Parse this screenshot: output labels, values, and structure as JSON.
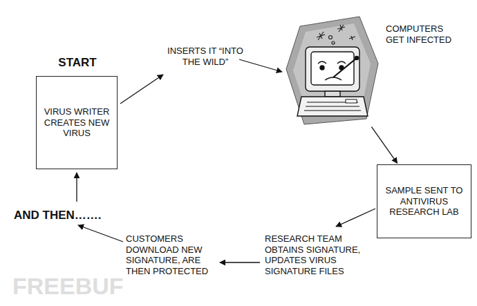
{
  "diagram": {
    "nodes": [
      {
        "text": [
          "START",
          "VIRUS WRITER CREATES NEW VIRUS"
        ]
      },
      {
        "text": [
          "COMPUTERS GET INFECTED"
        ]
      },
      {
        "text": [
          "SAMPLE SENT TO ANTIVIRUS RESEARCH LAB"
        ]
      }
    ],
    "edges": [
      {
        "from": 1,
        "to": 2,
        "arrow": "to"
      }
    ],
    "labels": [
      "INSERTS IT “INTO THE WILD”",
      "RESEARCH TEAM OBTAINS SIGNATURE, UPDATES VIRUS SIGNATURE FILES",
      "CUSTOMERS DOWNLOAD NEW SIGNATURE, ARE THEN PROTECTED",
      "AND THEN…….",
      "FREEBUF"
    ]
  }
}
